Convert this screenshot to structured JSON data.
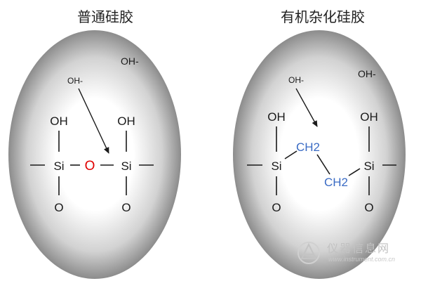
{
  "panels": [
    {
      "title": "普通硅胶",
      "hydroxide_ions": [
        "OH-",
        "OH-"
      ],
      "hydroxyl_groups": [
        "OH",
        "OH"
      ],
      "silicon_atoms": [
        "Si",
        "Si"
      ],
      "bridge": "O",
      "oxygen_atoms": [
        "O",
        "O"
      ],
      "bridge_color": "#e00000"
    },
    {
      "title": "有机杂化硅胶",
      "hydroxide_ions": [
        "OH-",
        "OH-"
      ],
      "hydroxyl_groups": [
        "OH",
        "OH"
      ],
      "silicon_atoms": [
        "Si",
        "Si"
      ],
      "bridge_groups": [
        "CH2",
        "CH2"
      ],
      "oxygen_atoms": [
        "O",
        "O"
      ],
      "bridge_color": "#3a6bc4"
    }
  ],
  "watermark": {
    "text_cn": "仪器信息网",
    "text_en": "www.instrument.com.cn"
  },
  "colors": {
    "text": "#1a1a1a",
    "halo_center": "#ffffff",
    "halo_edge": "#8c8c8c"
  }
}
